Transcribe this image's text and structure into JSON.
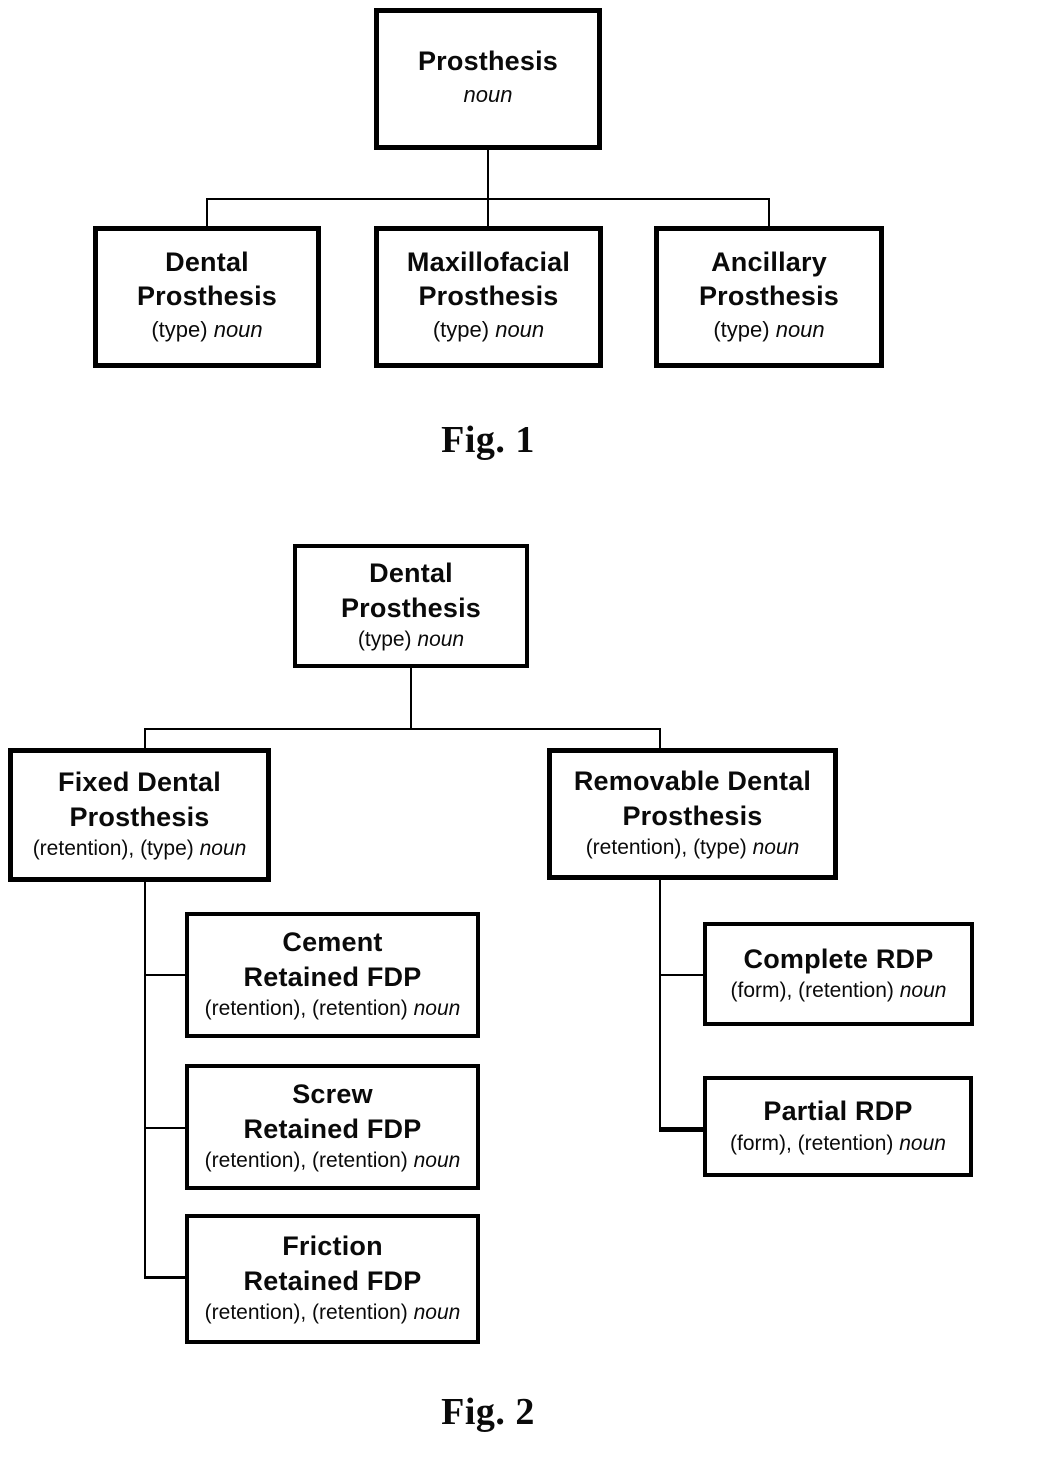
{
  "colors": {
    "ink": "#000000",
    "background": "#ffffff"
  },
  "figure1": {
    "caption": "Fig. 1",
    "root": {
      "title_lines": [
        "Prosthesis"
      ],
      "qualifier": "",
      "pos": "noun"
    },
    "children": [
      {
        "title_lines": [
          "Dental",
          "Prosthesis"
        ],
        "qualifier": "(type) ",
        "pos": "noun"
      },
      {
        "title_lines": [
          "Maxillofacial",
          "Prosthesis"
        ],
        "qualifier": "(type) ",
        "pos": "noun"
      },
      {
        "title_lines": [
          "Ancillary",
          "Prosthesis"
        ],
        "qualifier": "(type) ",
        "pos": "noun"
      }
    ]
  },
  "figure2": {
    "caption": "Fig. 2",
    "root": {
      "title_lines": [
        "Dental",
        "Prosthesis"
      ],
      "qualifier": "(type) ",
      "pos": "noun"
    },
    "fixed": {
      "title_lines": [
        "Fixed Dental",
        "Prosthesis"
      ],
      "qualifier": "(retention), (type) ",
      "pos": "noun"
    },
    "removable": {
      "title_lines": [
        "Removable Dental",
        "Prosthesis"
      ],
      "qualifier": "(retention), (type) ",
      "pos": "noun"
    },
    "fixed_children": [
      {
        "title_lines": [
          "Cement",
          "Retained FDP"
        ],
        "qualifier": "(retention), (retention) ",
        "pos": "noun"
      },
      {
        "title_lines": [
          "Screw",
          "Retained FDP"
        ],
        "qualifier": "(retention), (retention) ",
        "pos": "noun"
      },
      {
        "title_lines": [
          "Friction",
          "Retained FDP"
        ],
        "qualifier": "(retention), (retention) ",
        "pos": "noun"
      }
    ],
    "removable_children": [
      {
        "title_lines": [
          "Complete RDP"
        ],
        "qualifier": "(form), (retention) ",
        "pos": "noun"
      },
      {
        "title_lines": [
          "Partial RDP"
        ],
        "qualifier": "(form), (retention) ",
        "pos": "noun"
      }
    ]
  }
}
